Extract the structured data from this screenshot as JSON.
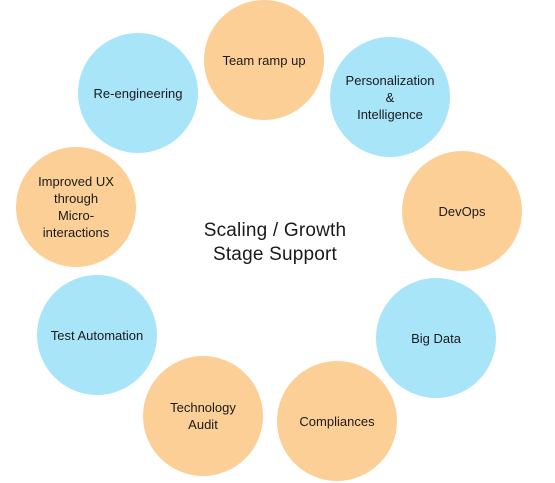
{
  "title": {
    "line1": "Scaling / Growth",
    "line2": "Stage Support"
  },
  "colors": {
    "orange": "#fccf97",
    "blue": "#a8e5f9",
    "text": "#1a1a1a",
    "background": "#ffffff"
  },
  "items": [
    {
      "label": "Team ramp up",
      "color": "orange"
    },
    {
      "label": "Personalization\n&\nIntelligence",
      "color": "blue"
    },
    {
      "label": "DevOps",
      "color": "orange"
    },
    {
      "label": "Big Data",
      "color": "blue"
    },
    {
      "label": "Compliances",
      "color": "orange"
    },
    {
      "label": "Technology\nAudit",
      "color": "orange"
    },
    {
      "label": "Test Automation",
      "color": "blue"
    },
    {
      "label": "Improved UX\nthrough\nMicro-\ninteractions",
      "color": "orange"
    },
    {
      "label": "Re-engineering",
      "color": "blue"
    }
  ]
}
